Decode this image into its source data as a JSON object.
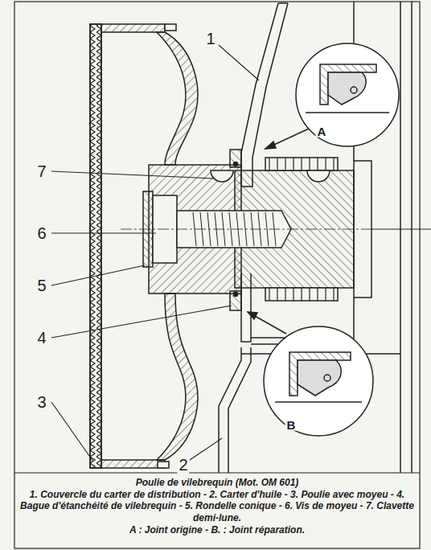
{
  "diagram": {
    "caption": "Poulie de vilebrequin (Mot. OM 601)",
    "labels": [
      "1",
      "2",
      "3",
      "4",
      "5",
      "6",
      "7",
      "A",
      "B",
      "1. Couvercle du carter de distribution - 2. Carter d'huile - 3. Poulie avec moyeu - 4. Bague d'étanchéité de vilebrequin - 5. Rondelle conique - 6. Vis de moyeu - 7. Clavette demi-lune.",
      "A : Joint origine - B. : Joint réparation."
    ]
  }
}
